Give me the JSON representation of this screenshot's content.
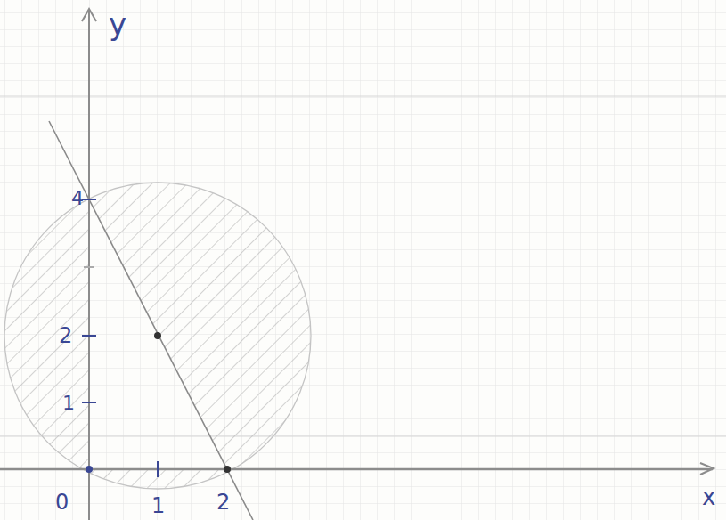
{
  "diagram": {
    "labels": [
      "y",
      "4",
      "2",
      "1",
      "0",
      "1",
      "2",
      "x"
    ]
  }
}
